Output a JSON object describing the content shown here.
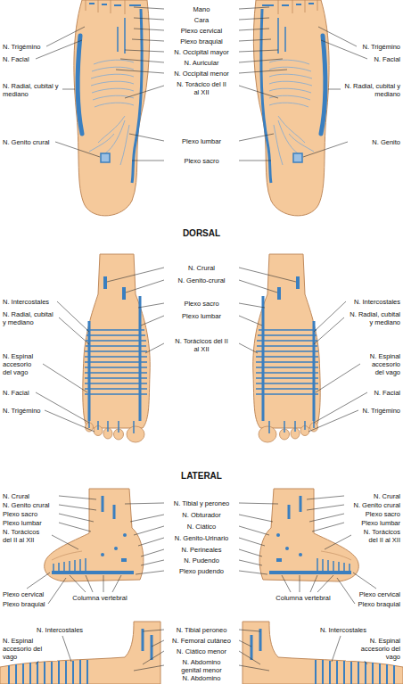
{
  "diagram": {
    "labels": [
      "Mano",
      "Cara",
      "Plexo cervical",
      "Plexo braquial",
      "N. Occipital mayor",
      "N. Auricular",
      "N. Occipital menor",
      "N. Torácico del II al XII",
      "Plexo lumbar",
      "Plexo sacro",
      "N. Trigémino",
      "N. Facial",
      "N. Radial, cubital y mediano",
      "N. Genito crural",
      "N. Trigémino",
      "N. Facial",
      "N. Radial, cubital y mediano",
      "N. Genito",
      "DORSAL",
      "N. Crural",
      "N. Genito-crural",
      "Plexo sacro",
      "Plexo lumbar",
      "N. Torácicos del II al XII",
      "N. Intercostales",
      "N. Radial, cubital y mediano",
      "N. Espinal accesorio del vago",
      "N. Facial",
      "N. Trigémino",
      "N. Intercostales",
      "N. Radial, cubital y mediano",
      "N. Espinal accesorio del vago",
      "N. Facial",
      "N. Trigémino",
      "LATERAL",
      "N. Crural",
      "N. Genito crural",
      "Plexo sacro",
      "Plexo lumbar",
      "N. Torácicos del II al XII",
      "Plexo cervical",
      "Plexo braquial",
      "Columna vertebral",
      "N. Tibial y peroneo",
      "N. Obturador",
      "N. Ciático",
      "N. Genito-Urinario",
      "N. Perineales",
      "N. Pudendo",
      "Plexo pudendo",
      "N. Crural",
      "N. Genito crural",
      "Plexo sacro",
      "Plexo lumbar",
      "N. Torácicos del II al XII",
      "Plexo cervical",
      "Plexo braquial",
      "Columna vertebral",
      "N. Intercostales",
      "N. Espinal accesorio del vago",
      "N. Tibial peroneo",
      "N. Femoral cutáneo",
      "N. Ciático menor",
      "N. Abdomino genital menor",
      "N. Abdomino",
      "N. Intercostales",
      "N. Espinal accesorio del vago"
    ]
  }
}
